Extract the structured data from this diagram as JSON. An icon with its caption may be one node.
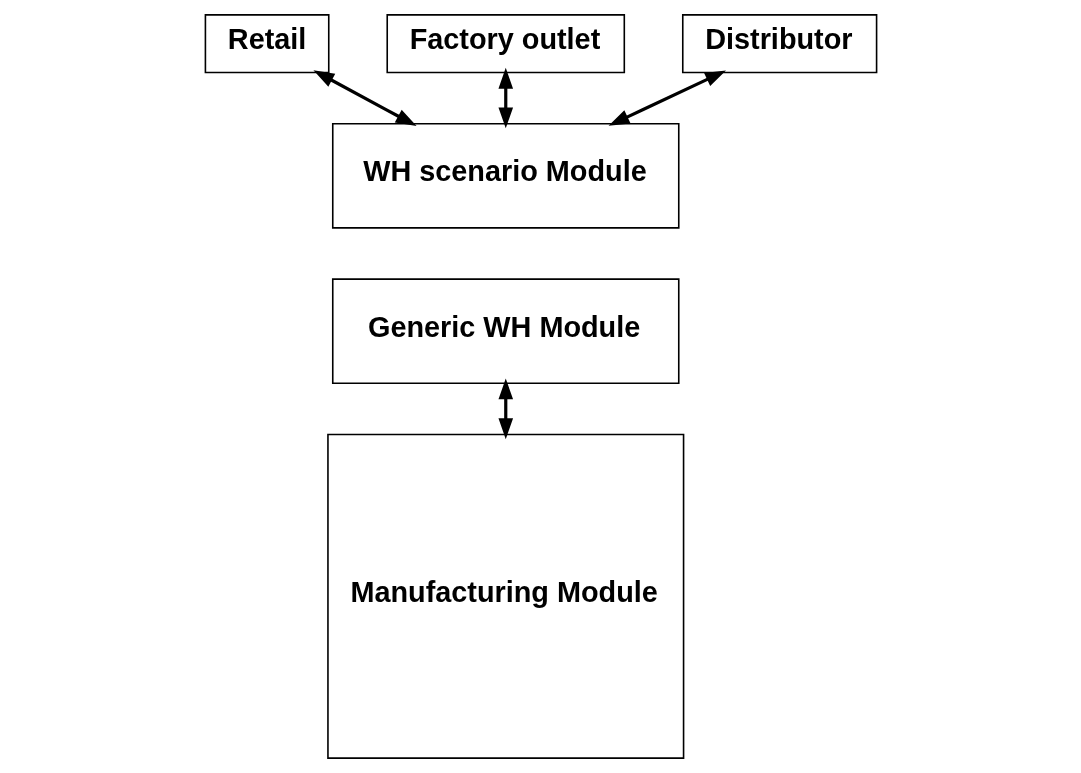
{
  "diagram": {
    "nodes": [
      {
        "text": [
          "Retail"
        ]
      },
      {
        "text": [
          "Factory outlet"
        ]
      },
      {
        "text": [
          "Distributor"
        ]
      },
      {
        "text": [
          "WH scenario Module"
        ]
      },
      {
        "text": [
          "Generic WH Module"
        ]
      },
      {
        "text": [
          "Manufacturing Module"
        ]
      }
    ],
    "edges": [
      {
        "from": 0,
        "to": 3,
        "arrow": "both"
      },
      {
        "from": 1,
        "to": 3,
        "arrow": "both"
      },
      {
        "from": 2,
        "to": 3,
        "arrow": "both"
      },
      {
        "from": 4,
        "to": 5,
        "arrow": "both"
      }
    ]
  }
}
